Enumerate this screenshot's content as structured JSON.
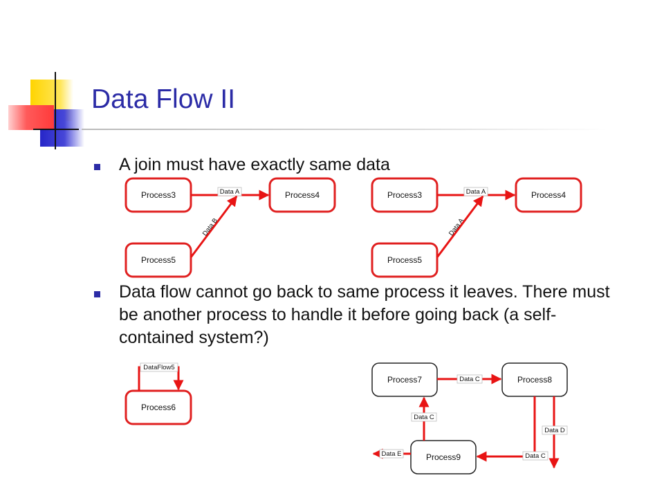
{
  "slide": {
    "title": "Data Flow II",
    "bullets": [
      "A join must have exactly same data",
      "Data flow cannot go back to same process it leaves. There must be another process to handle it before going back (a self-contained system?)"
    ]
  },
  "diagram1": {
    "left": {
      "p3": "Process3",
      "p4": "Process4",
      "p5": "Process5",
      "flow_top": "Data A",
      "flow_diag": "Data B"
    },
    "right": {
      "p3": "Process3",
      "p4": "Process4",
      "p5": "Process5",
      "flow_top": "Data A",
      "flow_diag": "Data A"
    }
  },
  "diagram2": {
    "p6": "Process6",
    "loop": "DataFlow5",
    "p7": "Process7",
    "p8": "Process8",
    "p9": "Process9",
    "f78": "Data C",
    "f97": "Data C",
    "f89": "Data C",
    "f8d": "Data D",
    "f9e": "Data E"
  },
  "colors": {
    "title": "#2b2ba6",
    "flow": "#e81414",
    "box_red": "#e02020",
    "box_black": "#222222"
  }
}
